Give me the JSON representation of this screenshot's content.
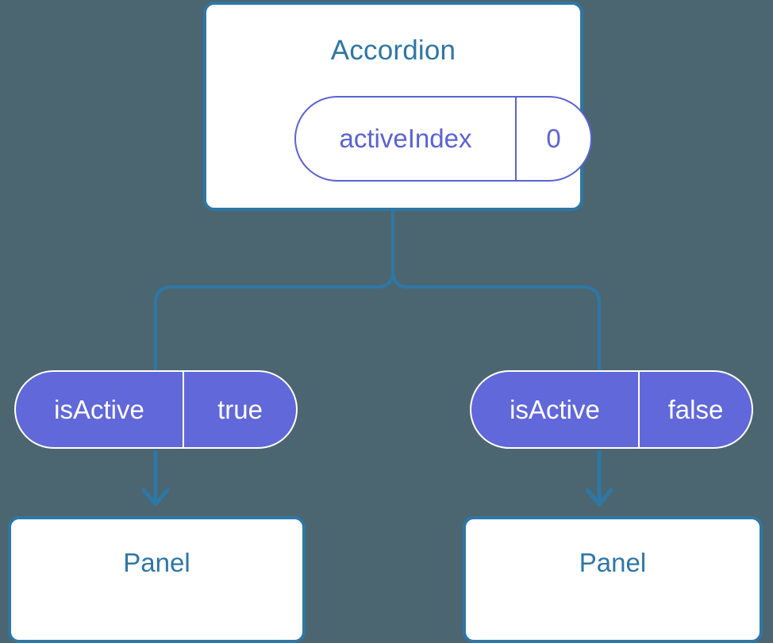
{
  "diagram": {
    "type": "component-tree",
    "background_color": "#4b6670",
    "accent_blue": "#2e77a6",
    "accent_indigo": "#6168da",
    "root": {
      "title": "Accordion",
      "state_pill": {
        "key": "activeIndex",
        "value": "0",
        "style": "outline"
      }
    },
    "branches": [
      {
        "prop_pill": {
          "key": "isActive",
          "value": "true",
          "style": "filled"
        },
        "child": {
          "title": "Panel"
        }
      },
      {
        "prop_pill": {
          "key": "isActive",
          "value": "false",
          "style": "filled"
        },
        "child": {
          "title": "Panel"
        }
      }
    ]
  }
}
